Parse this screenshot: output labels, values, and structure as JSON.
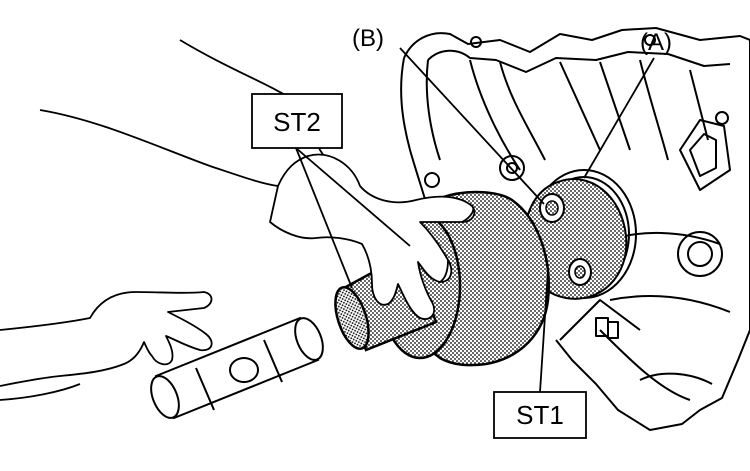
{
  "callouts": {
    "st1": "ST1",
    "st2": "ST2",
    "a": "(A)",
    "b": "(B)"
  },
  "colors": {
    "line": "#000000",
    "background": "#ffffff",
    "stipple": "#000000"
  }
}
